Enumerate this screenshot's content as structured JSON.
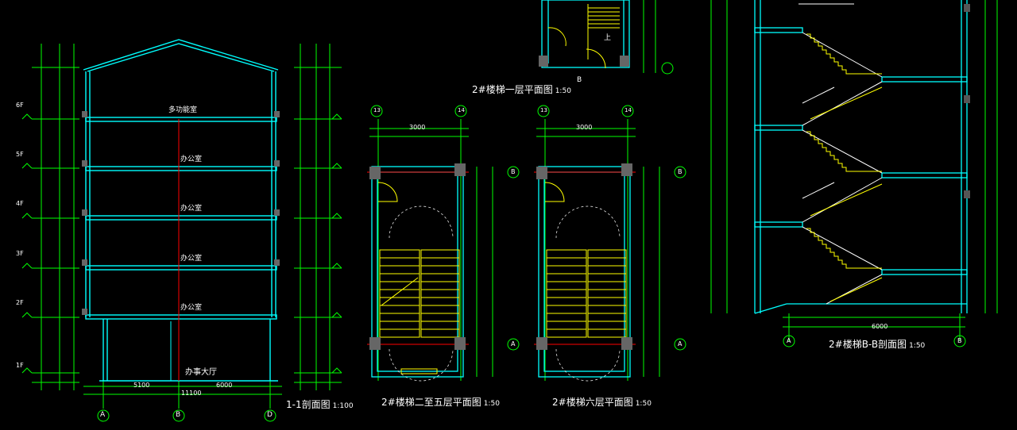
{
  "titles": {
    "section_1_1": "1-1剖面图",
    "section_1_1_scale": "1:100",
    "stair_plan_first": "2#楼梯一层平面图",
    "stair_plan_first_scale": "1:50",
    "stair_plan_2_5": "2#楼梯二至五层平面图",
    "stair_plan_2_5_scale": "1:50",
    "stair_plan_6": "2#楼梯六层平面图",
    "stair_plan_6_scale": "1:50",
    "section_b_b": "2#楼梯B-B剖面图",
    "section_b_b_scale": "1:50"
  },
  "section_1_1": {
    "rooms": [
      "多功能室",
      "办公室",
      "办公室",
      "办公室",
      "办公室",
      "办事大厅"
    ],
    "axes": [
      "A",
      "B",
      "D"
    ],
    "floor_tags": [
      "6F",
      "5F",
      "4F",
      "3F",
      "2F",
      "1F"
    ],
    "spans": [
      "5100",
      "6000"
    ],
    "total": "11100"
  },
  "stair_plans": {
    "overall_width": "3000",
    "axes_top": [
      "13",
      "14"
    ],
    "axes_side": [
      "B",
      "A"
    ],
    "up_label": "上",
    "landing_label": "B"
  },
  "section_b_b": {
    "axes": [
      "A",
      "B"
    ],
    "total": "6000"
  },
  "colors": {
    "background": "#000000",
    "dim": "#00ff00",
    "wall": "#00ffff",
    "stair": "#ffff00",
    "axis": "#ff0000",
    "text": "#ffffff"
  }
}
